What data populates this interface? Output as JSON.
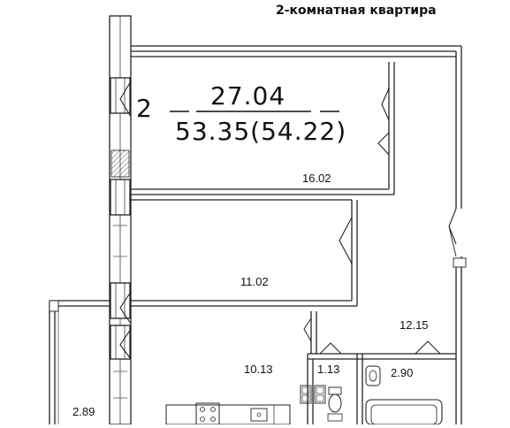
{
  "title": "2-комнатная квартира",
  "summary": {
    "rooms": "2",
    "living_area": "27.04",
    "total_area": "53.35(54.22)"
  },
  "rooms": [
    {
      "area": "16.02"
    },
    {
      "area": "11.02"
    },
    {
      "area": "12.15"
    },
    {
      "area": "10.13"
    },
    {
      "area": "1.13"
    },
    {
      "area": "2.90"
    },
    {
      "area": "2.89"
    }
  ]
}
